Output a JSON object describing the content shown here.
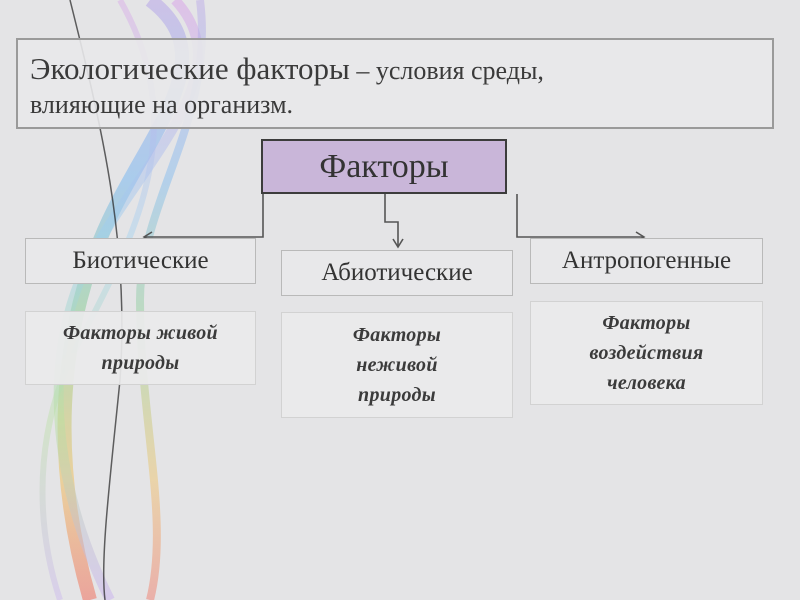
{
  "title": {
    "bold_part": "Экологические факторы",
    "dash_part": " – условия среды,",
    "line2": "влияющие на организм."
  },
  "root": {
    "label": "Факторы"
  },
  "categories": [
    {
      "label": "Биотические",
      "description": "Факторы живой природы"
    },
    {
      "label": "Абиотические",
      "description": "Факторы неживой природы"
    },
    {
      "label": "Антропогенные",
      "description": "Факторы воздействия человека"
    }
  ],
  "colors": {
    "root_fill": "#c9b6d9",
    "background": "#e4e4e6"
  }
}
